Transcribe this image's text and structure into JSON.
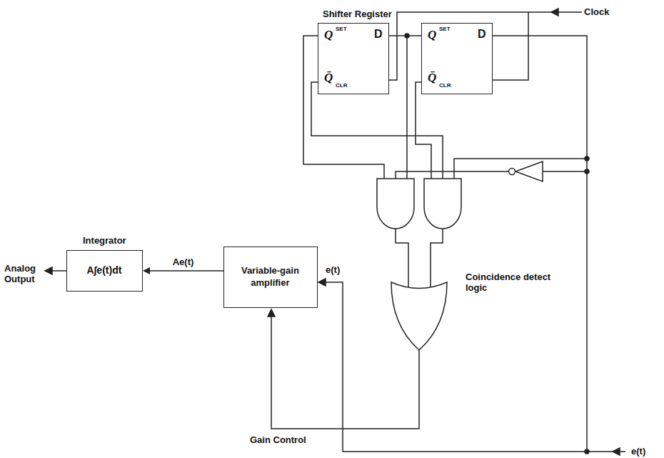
{
  "diagram": {
    "nodes": [
      {
        "text": [
          "Q",
          "SET",
          "D",
          "Q̄",
          "CLR"
        ]
      },
      {
        "text": [
          "Q",
          "SET",
          "D",
          "Q̄",
          "CLR"
        ]
      },
      {
        "text": [
          "Integrator",
          "A∫e(t)dt"
        ]
      },
      {
        "text": [
          "Variable-gain amplifier"
        ]
      }
    ],
    "edges": [
      {
        "from": 1,
        "to": 0,
        "arrow": "none"
      },
      {
        "from": 3,
        "to": 2,
        "arrow": "to",
        "label": "Ae(t)"
      }
    ],
    "labels": [
      "Clock",
      "Shifter Register",
      "Coincidence detect logic",
      "Analog Output",
      "e(t)",
      "Gain Control",
      "e(t)"
    ]
  }
}
